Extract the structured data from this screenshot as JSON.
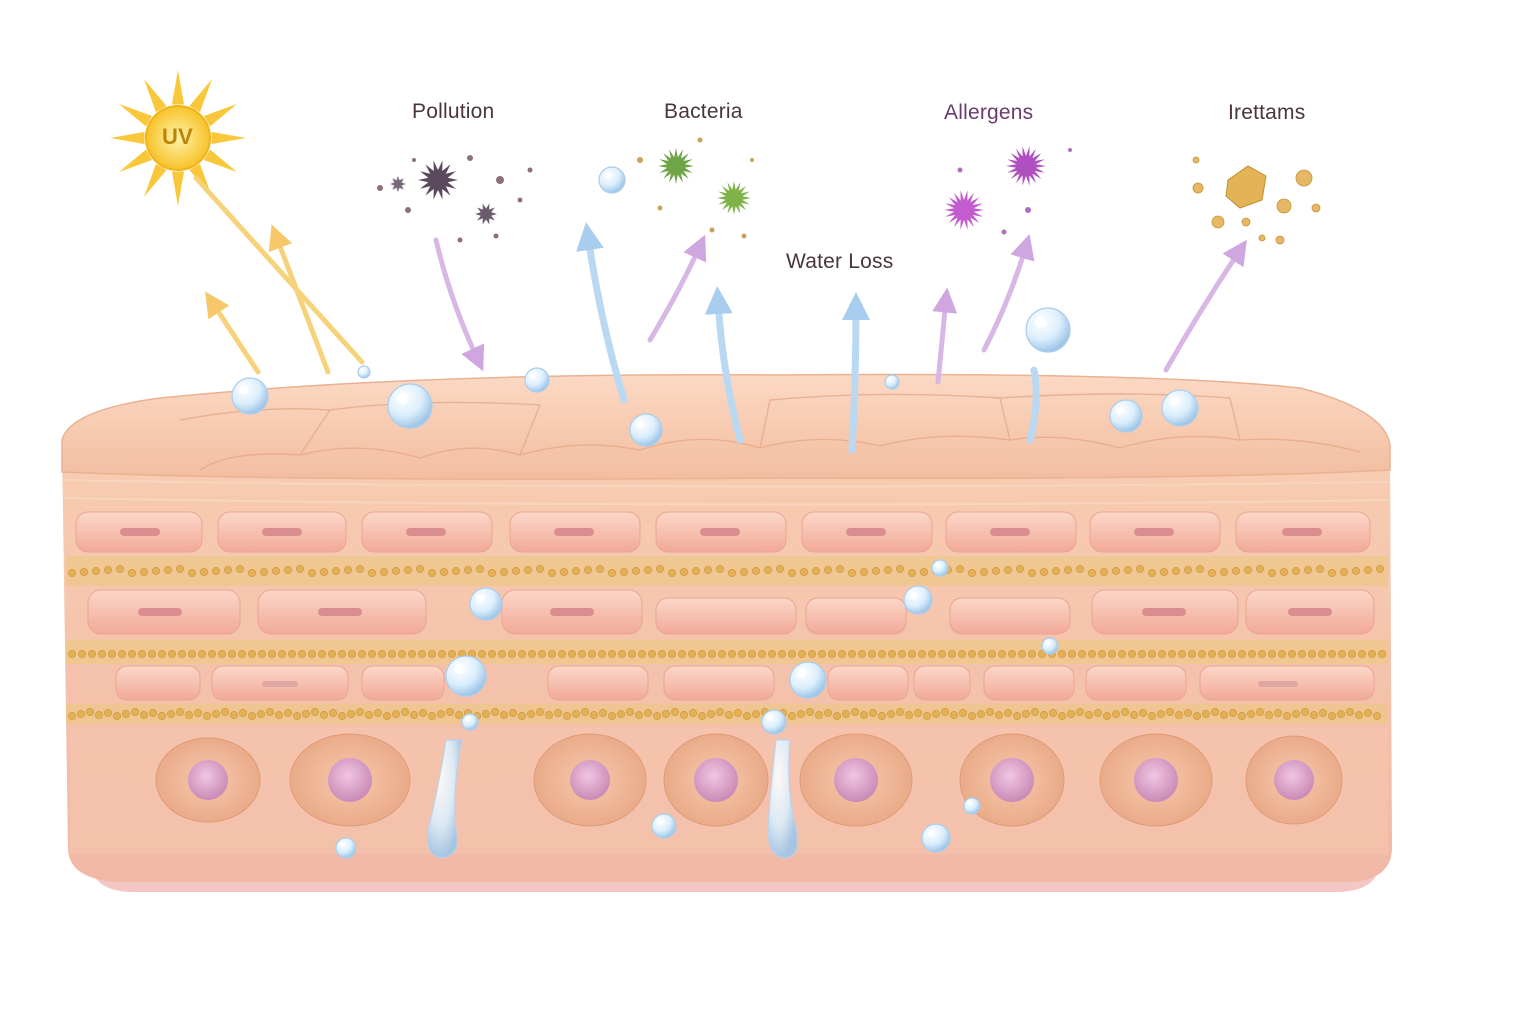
{
  "labels": {
    "uv": "UV",
    "pollution": "Pollution",
    "bacteria": "Bacteria",
    "water_loss": "Water Loss",
    "allergens": "Allergens",
    "irritants": "Irettams"
  },
  "icons": {
    "uv": "sun-icon",
    "pollution": "pollution-particles-icon",
    "bacteria": "bacteria-icon",
    "allergens": "allergen-pollen-icon",
    "irritants": "irritant-particles-icon",
    "water": "water-droplet-icon"
  },
  "colors": {
    "skin_surface": "#f6c4a6",
    "cell": "#f4b5a2",
    "cell_nucleus": "#d98f8f",
    "lipid": "#e7b25a",
    "basal_nucleus": "#d9a0c8",
    "water": "#cfe6f8",
    "arrow_uv": "#f6d27a",
    "arrow_in": "#d8b6e6",
    "arrow_water": "#b9d8f1",
    "label_text": "#4a3440"
  }
}
